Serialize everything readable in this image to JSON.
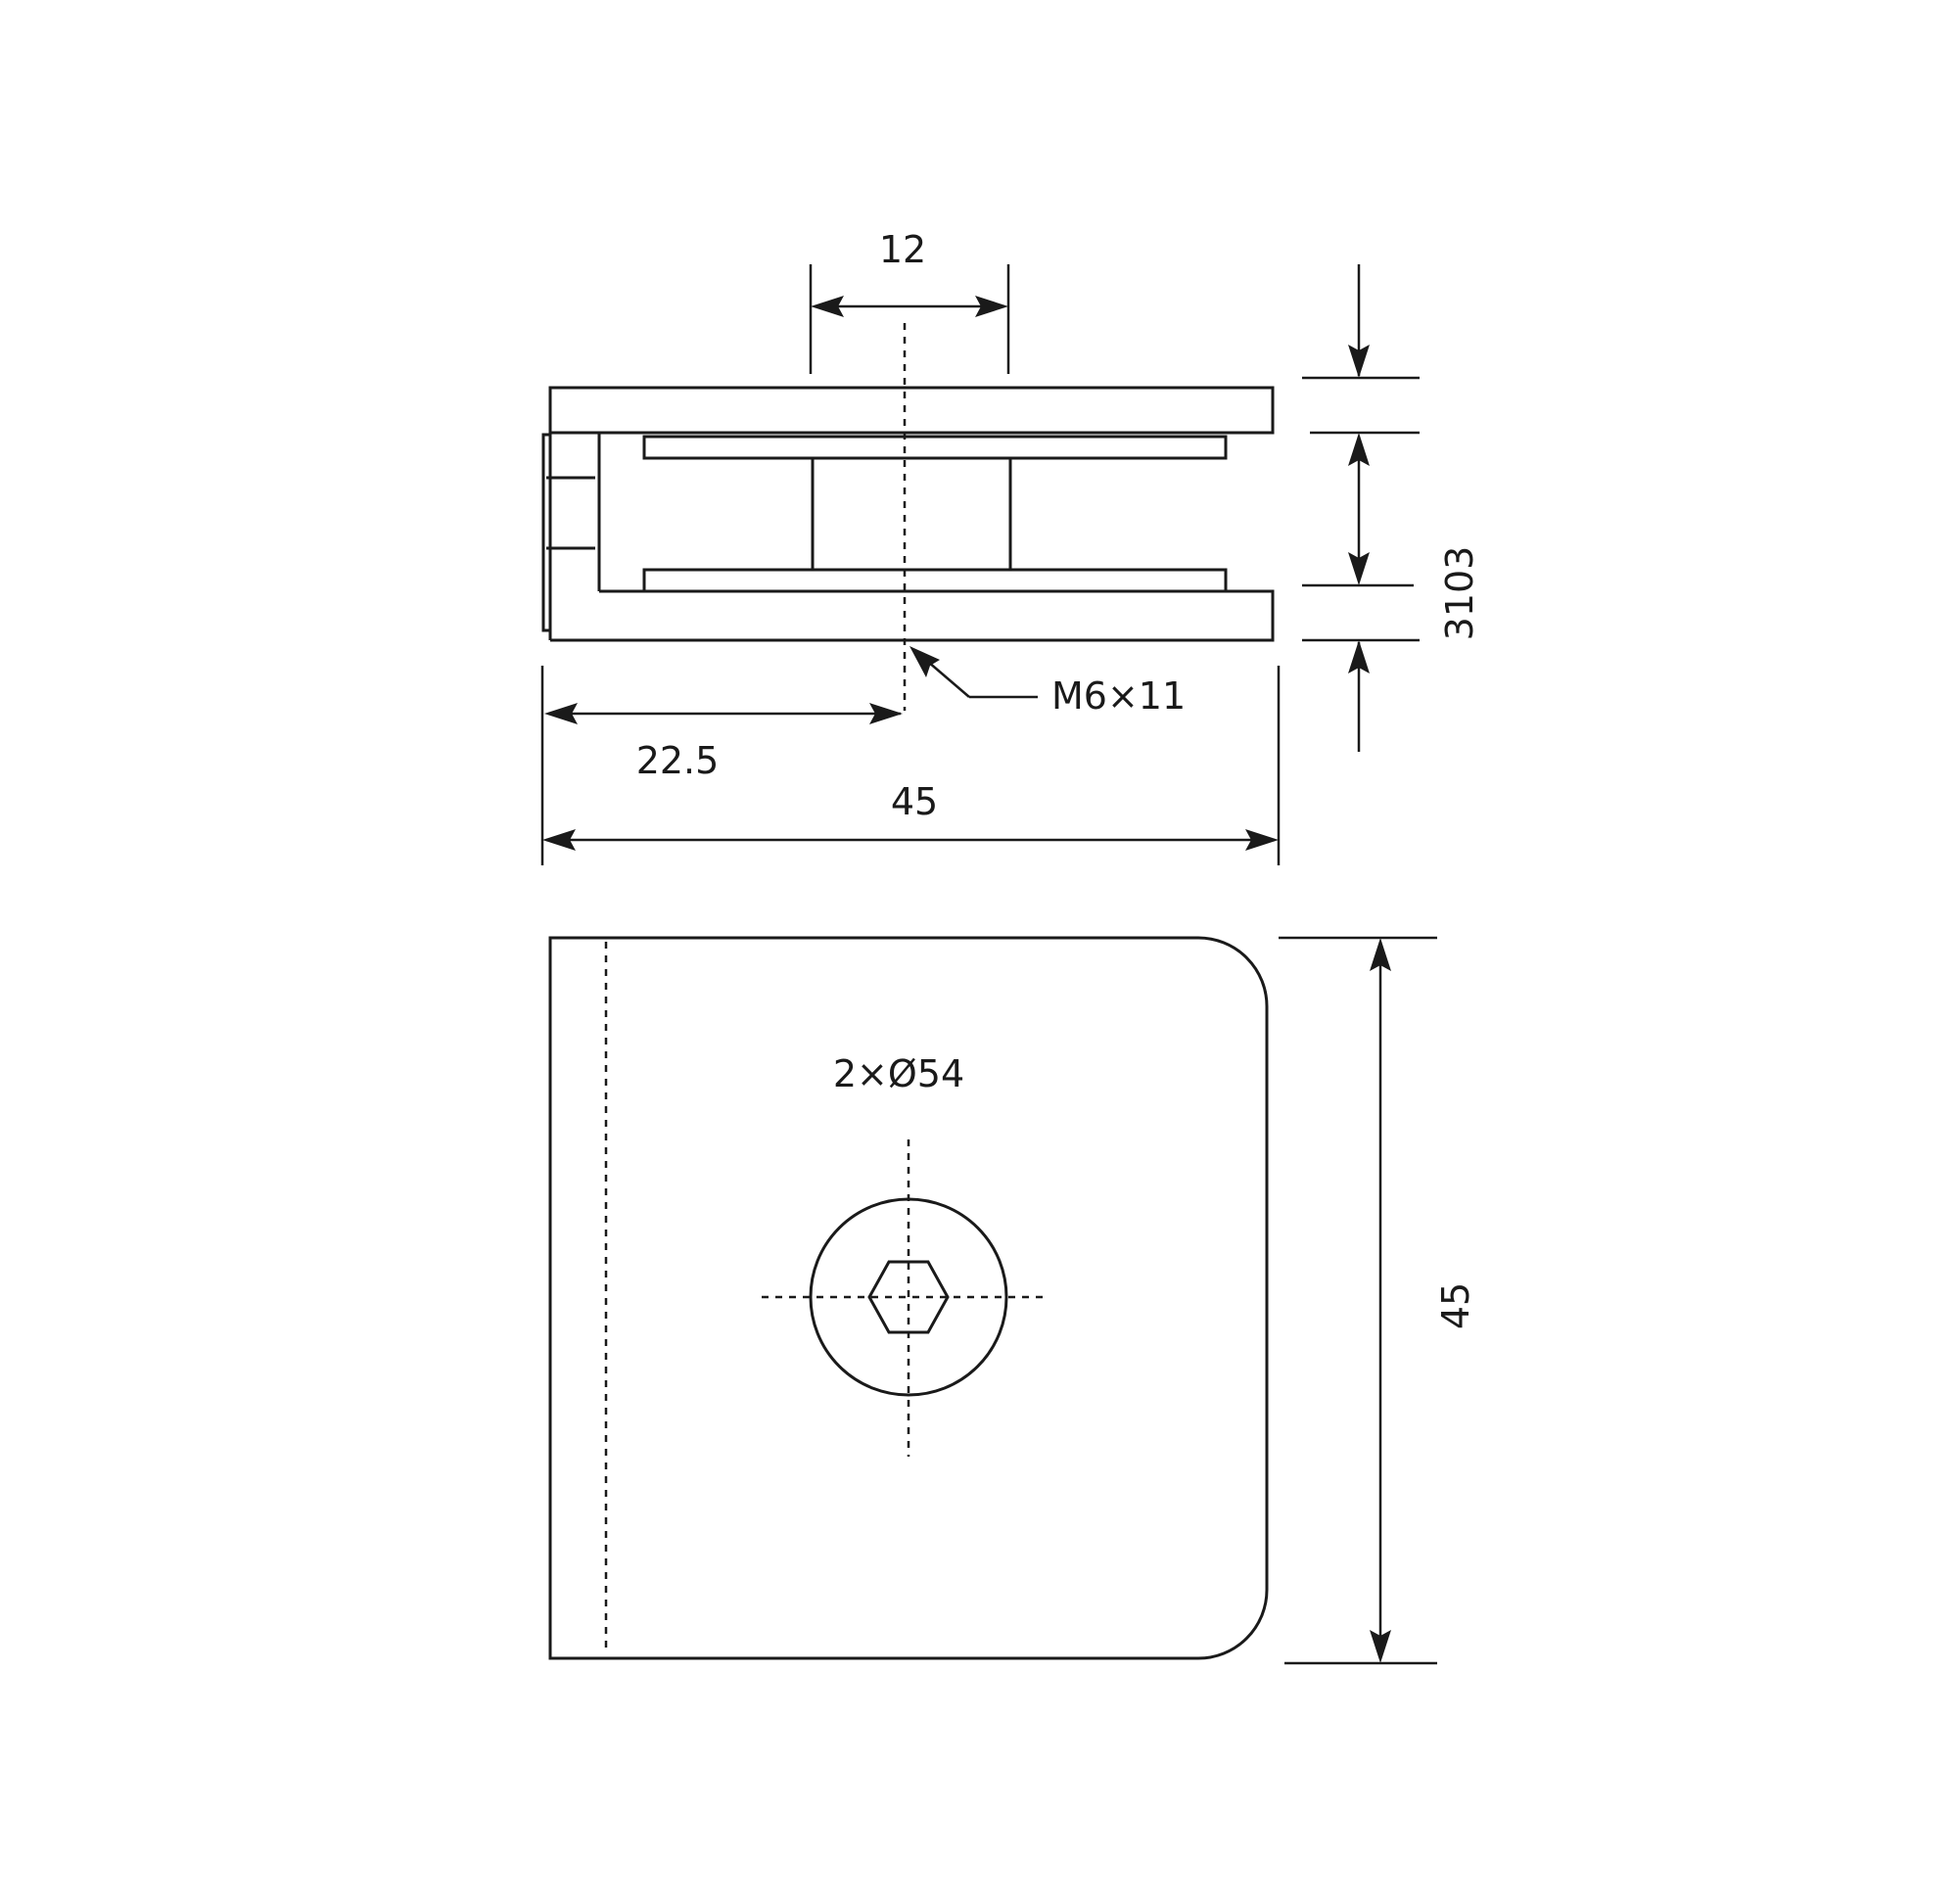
{
  "dimensions": {
    "center_offset": "12",
    "half_width": "22.5",
    "total_width": "45",
    "thread": "M6×11",
    "thickness_stack": "3103",
    "hole_callout": "2×Ø54",
    "height": "45"
  },
  "colors": {
    "line": "#1a1a1a",
    "background": "#ffffff"
  }
}
